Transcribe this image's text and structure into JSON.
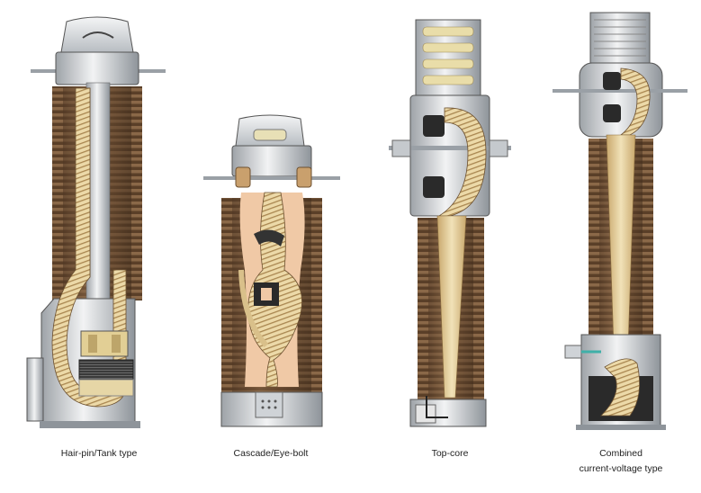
{
  "figure": {
    "captions": {
      "hairpin": "Hair-pin/Tank type",
      "cascade": "Cascade/Eye-bolt",
      "topcore": "Top-core",
      "combined_line1": "Combined",
      "combined_line2": "current-voltage type"
    }
  },
  "colors": {
    "porcelain": "#7a5a3e",
    "porcelain_dark": "#4f3724",
    "porcelain_light": "#a8845f",
    "insulation": "#e6d2a2",
    "insulation_stripe": "#9b7a45",
    "oil_cavity": "#f0c9a6",
    "metal": "#d6d9dd",
    "metal_dark": "#8e949a",
    "core_black": "#222222",
    "conductor": "#b9b9b9"
  }
}
